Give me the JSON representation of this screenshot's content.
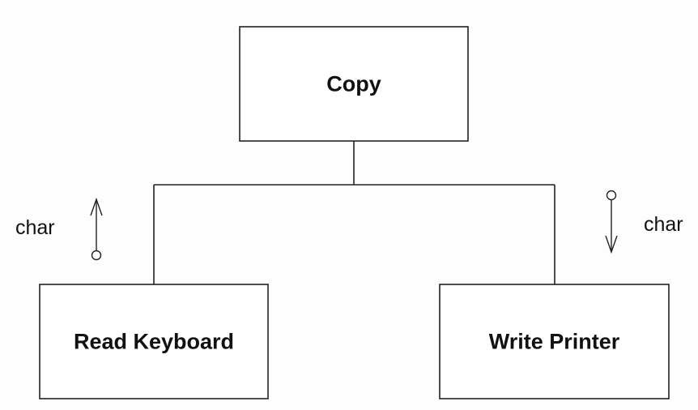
{
  "modules": {
    "copy": {
      "label": "Copy"
    },
    "read_keyboard": {
      "label": "Read Keyboard"
    },
    "write_printer": {
      "label": "Write Printer"
    }
  },
  "data_flows": {
    "read_keyboard_to_copy": {
      "label": "char",
      "direction": "up"
    },
    "copy_to_write_printer": {
      "label": "char",
      "direction": "down"
    }
  }
}
